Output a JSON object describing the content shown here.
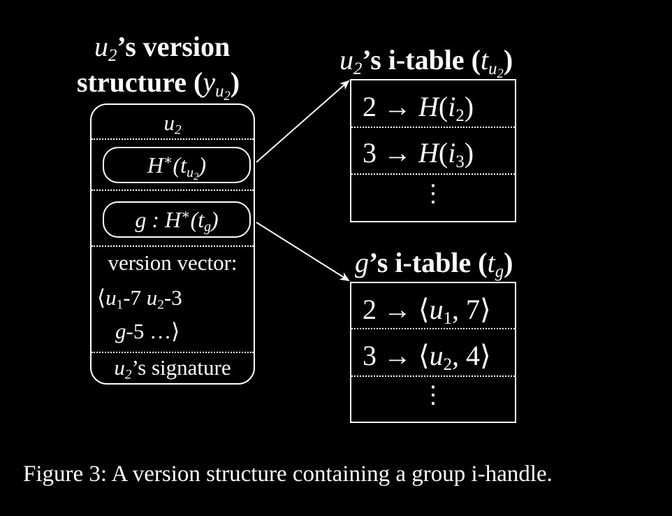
{
  "version_structure": {
    "title_line1_rest": "’s version",
    "title_line2": "structure (",
    "title_close": ")",
    "owner": "u",
    "owner_sub": "2",
    "pill1": "H*(t",
    "pill1_sub": "u",
    "pill1_subsub": "2",
    "pill1_close": ")",
    "pill2": "g : H*(t",
    "pill2_sub": "g",
    "pill2_close": ")",
    "vv_label": "version vector:",
    "vv_line1": "⟨u1-7 u2-3",
    "vv_line2": "g-5 …⟩",
    "signature_rest": "’s signature"
  },
  "u2_itable": {
    "title": "’s i-table (",
    "rows": [
      "2 → H(i2)",
      "3 → H(i3)"
    ],
    "dots": "⋮"
  },
  "g_itable": {
    "title": "’s i-table (",
    "rows": [
      "2 → ⟨u1, 7⟩",
      "3 → ⟨u2, 4⟩"
    ],
    "dots": "⋮"
  },
  "caption": "Figure 3: A version structure containing a group i-handle."
}
